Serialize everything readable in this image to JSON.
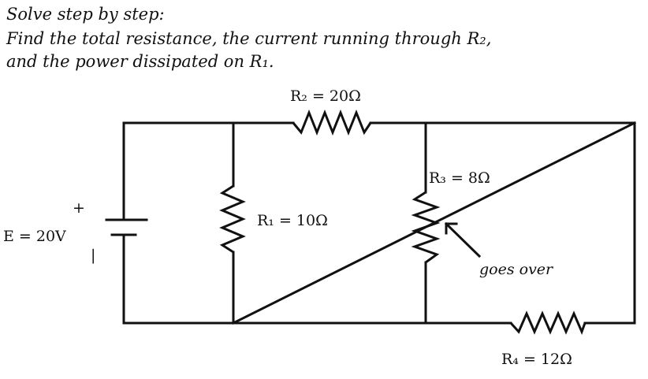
{
  "prompt": {
    "line1": "Solve step by step:",
    "line2": "Find the total resistance, the current running through R₂,",
    "line3": "and the power dissipated on R₁."
  },
  "source": {
    "label": "E = 20V",
    "plus": "+",
    "minus": "|"
  },
  "resistors": {
    "r1": "R₁ = 10Ω",
    "r2": "R₂ = 20Ω",
    "r3": "R₃ = 8Ω",
    "r4": "R₄ = 12Ω"
  },
  "annotation": "goes over"
}
